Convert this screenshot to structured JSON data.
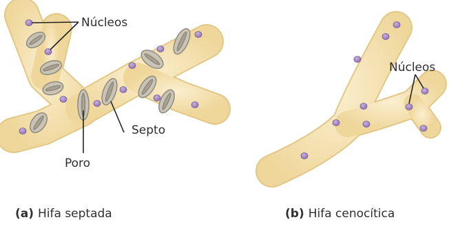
{
  "colors": {
    "hypha_fill": "#f5e3b5",
    "hypha_edge": "#d9bf80",
    "nucleus": "#a88bc2",
    "septum": "#b9b4a6",
    "leader": "#222222"
  },
  "panel_a": {
    "label_nuclei": "Núcleos",
    "label_pore": "Poro",
    "label_septum": "Septo",
    "caption_tag": "(a)",
    "caption_text": "Hifa septada"
  },
  "panel_b": {
    "label_nuclei": "Núcleos",
    "caption_tag": "(b)",
    "caption_text": "Hifa cenocítica"
  }
}
